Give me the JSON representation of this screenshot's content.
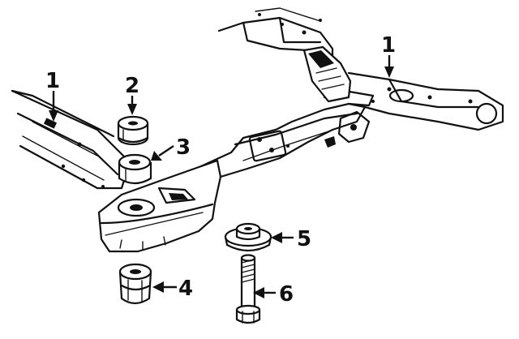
{
  "callouts": [
    {
      "id": "1a",
      "label": "1",
      "part": "crossmember-left"
    },
    {
      "id": "1b",
      "label": "1",
      "part": "crossmember-right"
    },
    {
      "id": "2",
      "label": "2",
      "part": "upper-insulator"
    },
    {
      "id": "3",
      "label": "3",
      "part": "bushing"
    },
    {
      "id": "4",
      "label": "4",
      "part": "lower-insulator"
    },
    {
      "id": "5",
      "label": "5",
      "part": "washer-retainer"
    },
    {
      "id": "6",
      "label": "6",
      "part": "bolt"
    }
  ],
  "colors": {
    "line": "#111111",
    "background": "#ffffff"
  }
}
